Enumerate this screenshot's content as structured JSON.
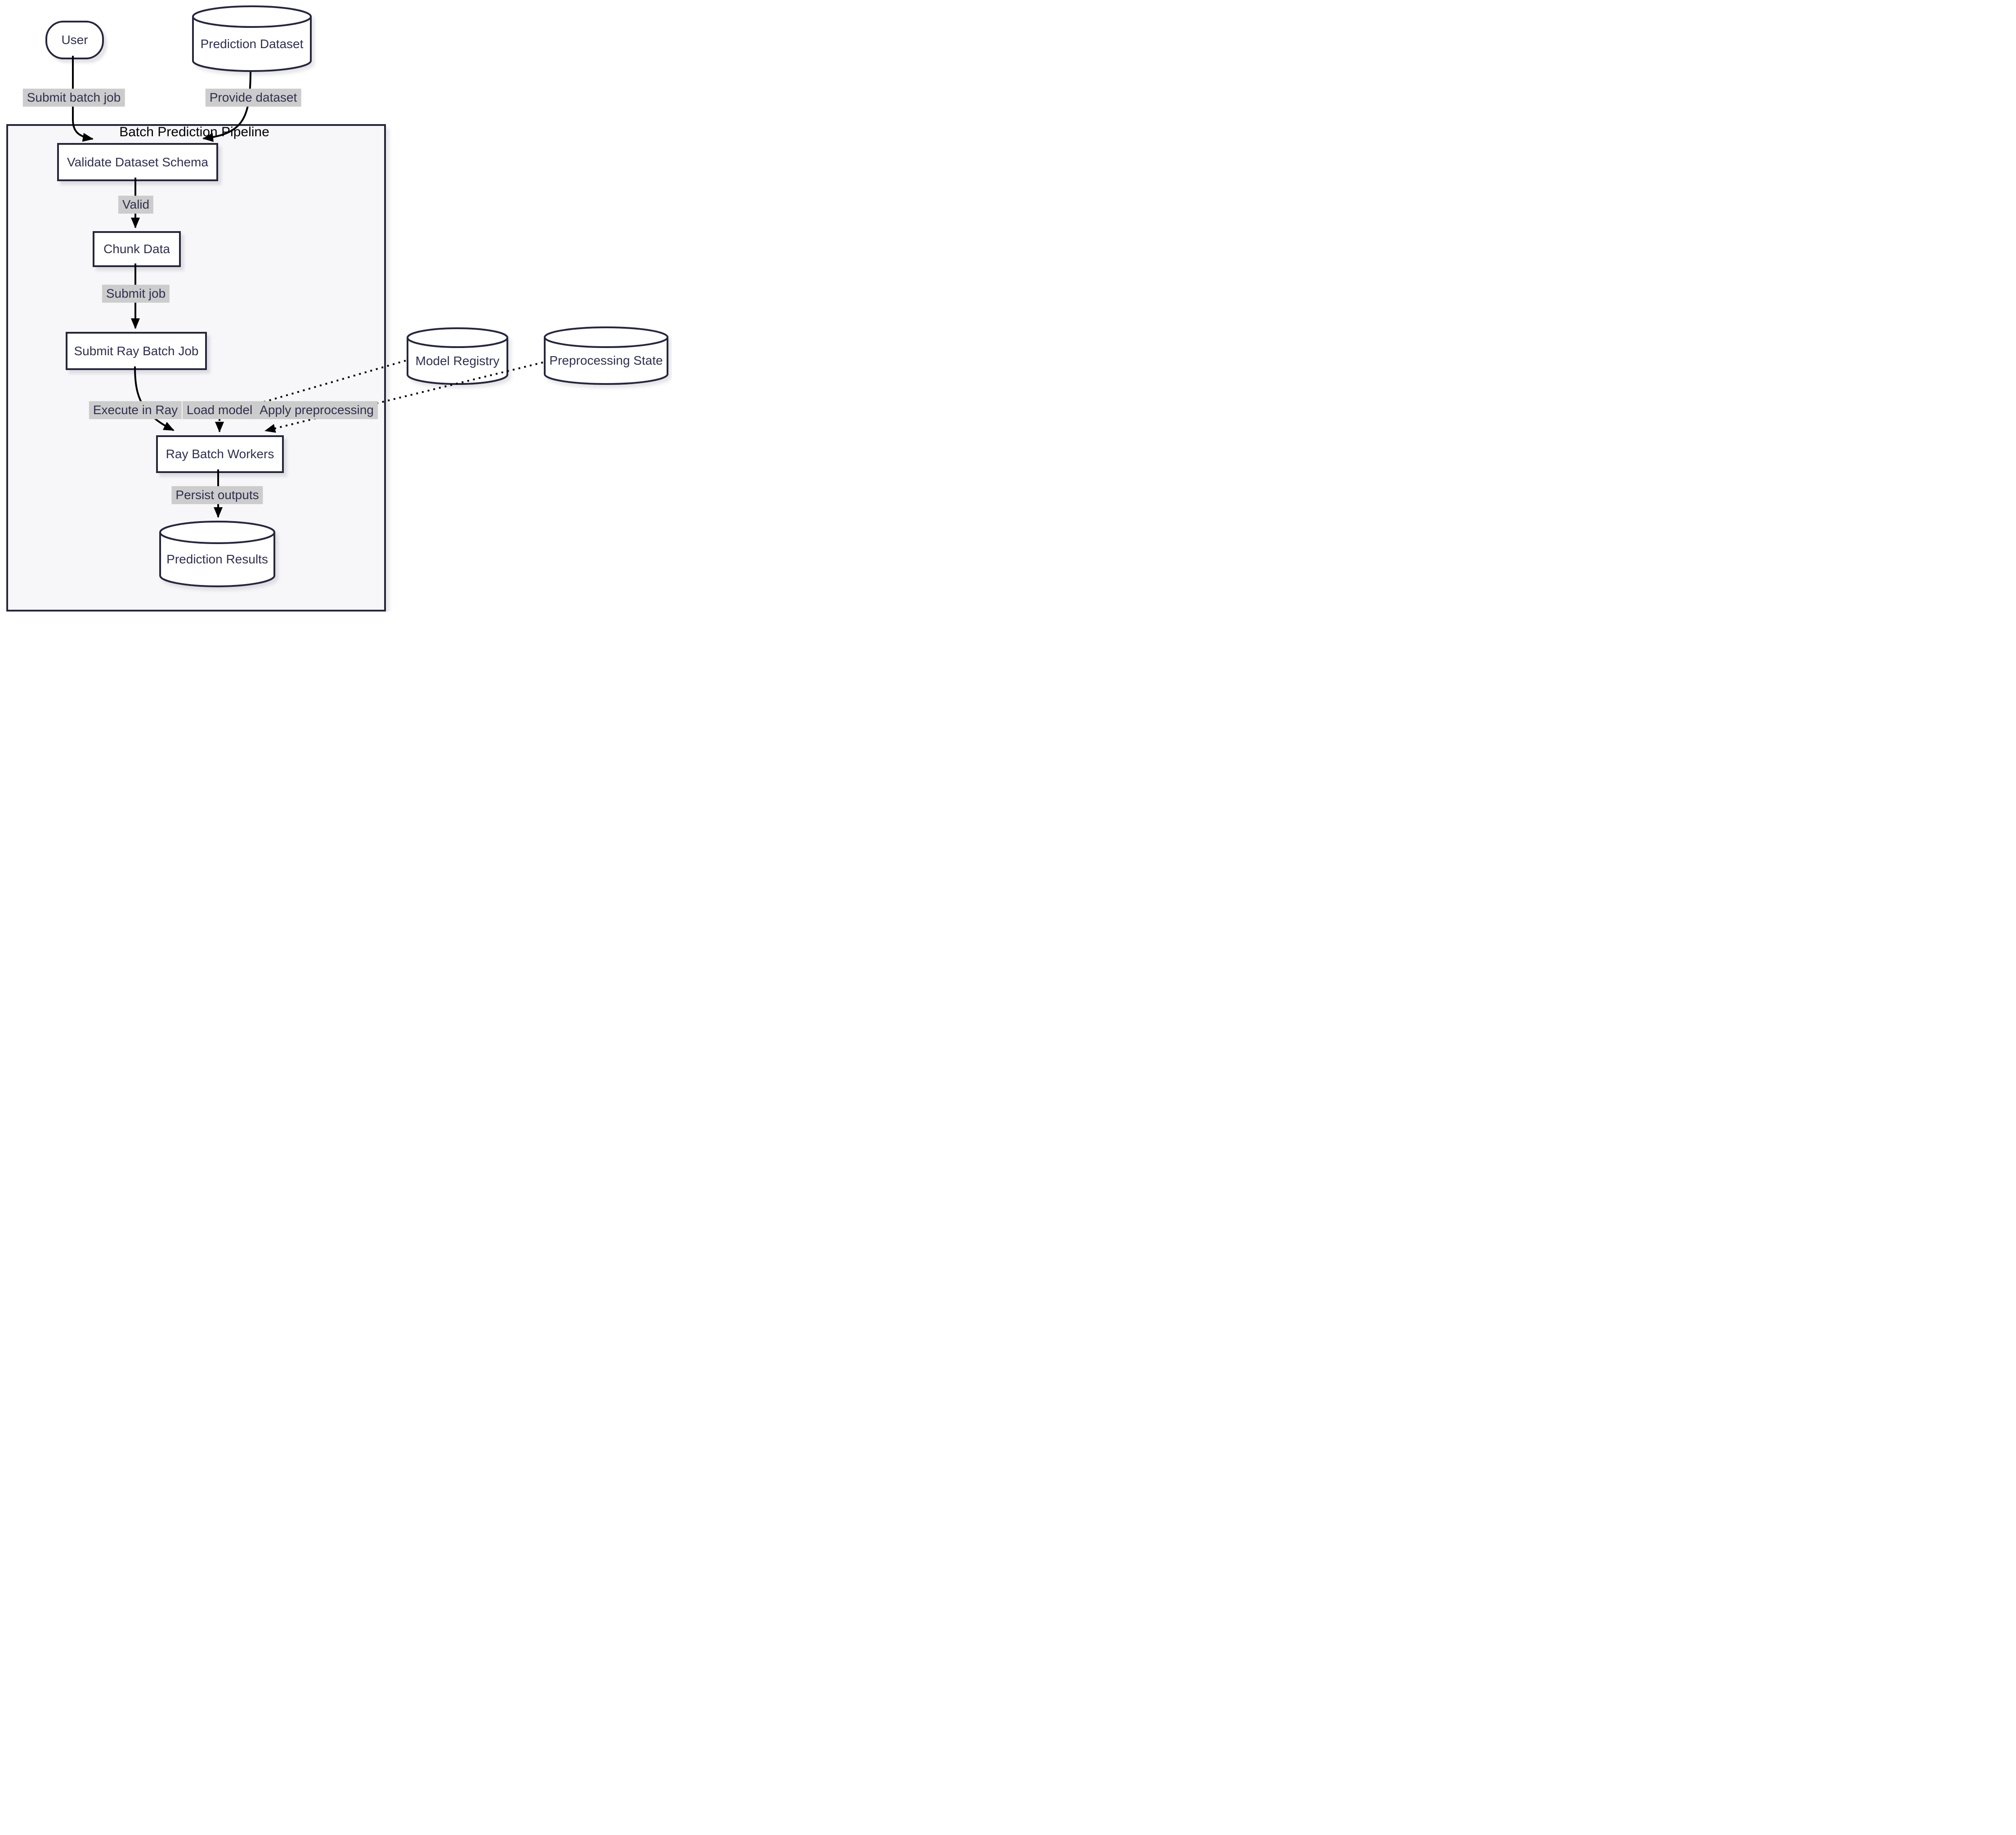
{
  "diagram": {
    "title": "Batch Prediction Pipeline",
    "type": "flowchart"
  },
  "nodes": {
    "user": {
      "label": "User",
      "shape": "stadium"
    },
    "prediction_dataset": {
      "label": "Prediction Dataset",
      "shape": "cylinder"
    },
    "validate_dataset_schema": {
      "label": "Validate Dataset Schema",
      "shape": "rect"
    },
    "chunk_data": {
      "label": "Chunk Data",
      "shape": "rect"
    },
    "submit_ray_batch_job": {
      "label": "Submit Ray Batch Job",
      "shape": "rect"
    },
    "ray_batch_workers": {
      "label": "Ray Batch Workers",
      "shape": "rect"
    },
    "prediction_results": {
      "label": "Prediction Results",
      "shape": "cylinder"
    },
    "model_registry": {
      "label": "Model Registry",
      "shape": "cylinder"
    },
    "preprocessing_state": {
      "label": "Preprocessing State",
      "shape": "cylinder"
    }
  },
  "edges": [
    {
      "from": "User",
      "to": "Validate Dataset Schema",
      "label": "Submit batch job",
      "style": "solid"
    },
    {
      "from": "Prediction Dataset",
      "to": "Validate Dataset Schema",
      "label": "Provide dataset",
      "style": "solid"
    },
    {
      "from": "Validate Dataset Schema",
      "to": "Chunk Data",
      "label": "Valid",
      "style": "solid"
    },
    {
      "from": "Chunk Data",
      "to": "Submit Ray Batch Job",
      "label": "Submit job",
      "style": "solid"
    },
    {
      "from": "Submit Ray Batch Job",
      "to": "Ray Batch Workers",
      "label": "Execute in Ray",
      "style": "solid"
    },
    {
      "from": "Model Registry",
      "to": "Ray Batch Workers",
      "label": "Load model",
      "style": "dotted"
    },
    {
      "from": "Preprocessing State",
      "to": "Ray Batch Workers",
      "label": "Apply preprocessing",
      "style": "dotted"
    },
    {
      "from": "Ray Batch Workers",
      "to": "Prediction Results",
      "label": "Persist outputs",
      "style": "solid"
    }
  ],
  "colors": {
    "node_border": "#26263c",
    "node_fill": "#ffffff",
    "node_text": "#2f2f4f",
    "edge_line": "#000000",
    "edge_label_bg": "#cccccc",
    "edge_label_text": "#2f2f4f",
    "container_fill": "#f7f7fa",
    "container_border": "#26263c",
    "title_text": "#000000",
    "page_bg": "#ffffff"
  }
}
